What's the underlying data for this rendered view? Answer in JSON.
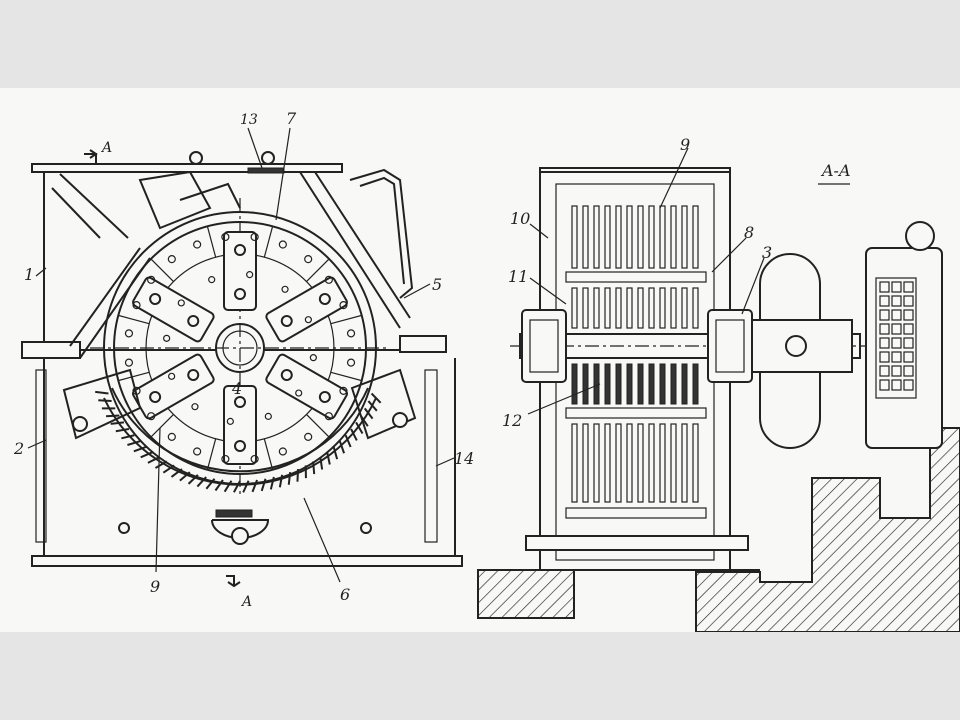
{
  "colors": {
    "page": "#e5e5e5",
    "sheet": "#f8f8f6",
    "ink": "#222222"
  },
  "front_view": {
    "labels": {
      "l1": "1",
      "l2": "2",
      "l4": "4",
      "l5": "5",
      "l6": "6",
      "l7": "7",
      "l9": "9",
      "l13": "13",
      "l14": "14",
      "section_top": "A",
      "section_bottom": "A"
    }
  },
  "section_view": {
    "title": "A-A",
    "labels": {
      "l3": "3",
      "l8": "8",
      "l9": "9",
      "l10": "10",
      "l11": "11",
      "l12": "12"
    }
  }
}
